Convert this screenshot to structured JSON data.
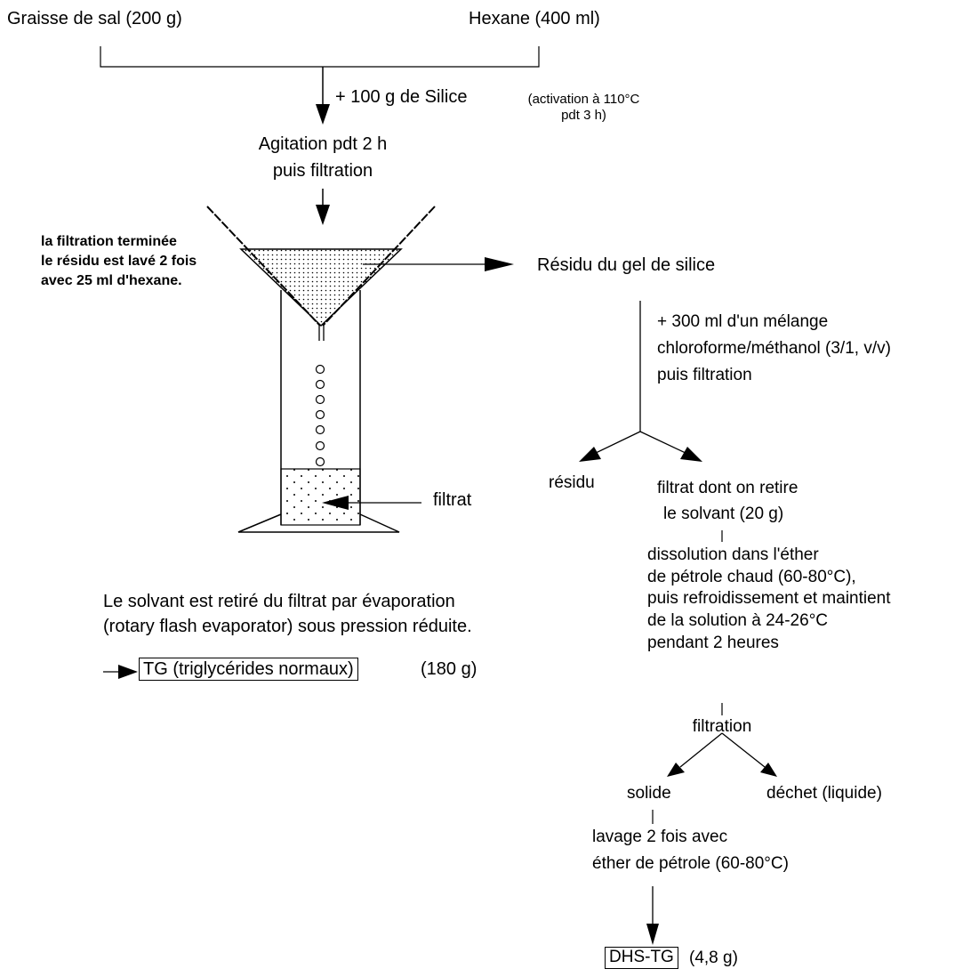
{
  "inputs": {
    "fat": "Graisse de sal (200 g)",
    "hexane": "Hexane (400 ml)"
  },
  "step1": {
    "addition": "+ 100 g de Silice",
    "activation_line1": "(activation à 110°C",
    "activation_line2": "pdt 3 h)",
    "agitation_line1": "Agitation pdt 2 h",
    "agitation_line2": "puis filtration"
  },
  "filtration": {
    "wash_note_line1": "la filtration terminée",
    "wash_note_line2": "le résidu est lavé 2 fois",
    "wash_note_line3": "avec 25 ml d'hexane.",
    "filtrate_label": "filtrat"
  },
  "left_branch": {
    "evaporation_line1": "Le solvant est retiré du filtrat par évaporation",
    "evaporation_line2": "(rotary flash evaporator) sous pression réduite.",
    "product_label": "TG (triglycérides normaux)",
    "product_mass": "(180 g)"
  },
  "right_branch": {
    "residue_title": "Résidu du gel de silice",
    "solvent_line1": "+ 300 ml d'un mélange",
    "solvent_line2": "chloroforme/méthanol (3/1, v/v)",
    "solvent_line3": "puis filtration",
    "residue_label": "résidu",
    "filtrate_line1": "filtrat dont on retire",
    "filtrate_line2": "le solvant (20 g)",
    "dissolution_text": "dissolution dans l'éther\nde pétrole chaud (60-80°C),\npuis refroidissement et maintient\nde la solution à 24-26°C\npendant 2 heures",
    "filtration_label": "filtration",
    "solid_label": "solide",
    "waste_label": "déchet (liquide)",
    "wash_line1": "lavage 2 fois avec",
    "wash_line2": "éther de pétrole (60-80°C)",
    "product_label": "DHS-TG",
    "product_mass": "(4,8 g)"
  }
}
